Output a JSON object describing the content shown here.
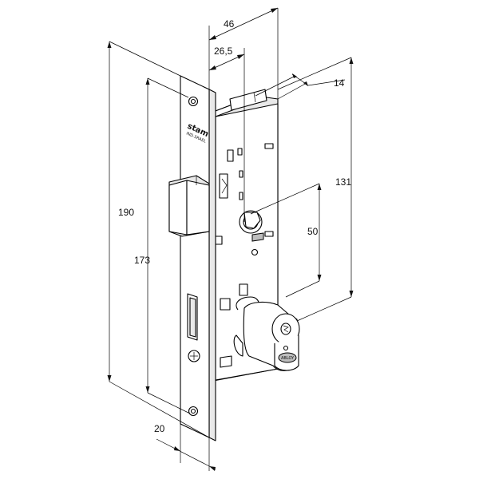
{
  "dimensions": {
    "overall_height": "190",
    "latch_height": "173",
    "case_depth": "131",
    "backset": "46",
    "inner_offset": "26,5",
    "case_thickness": "14",
    "axis_distance": "50",
    "faceplate_width": "20"
  },
  "faceplate": {
    "brand": "stam",
    "model": "IND.SRAEL"
  },
  "cylinder": {
    "brand": "ABLOY"
  }
}
